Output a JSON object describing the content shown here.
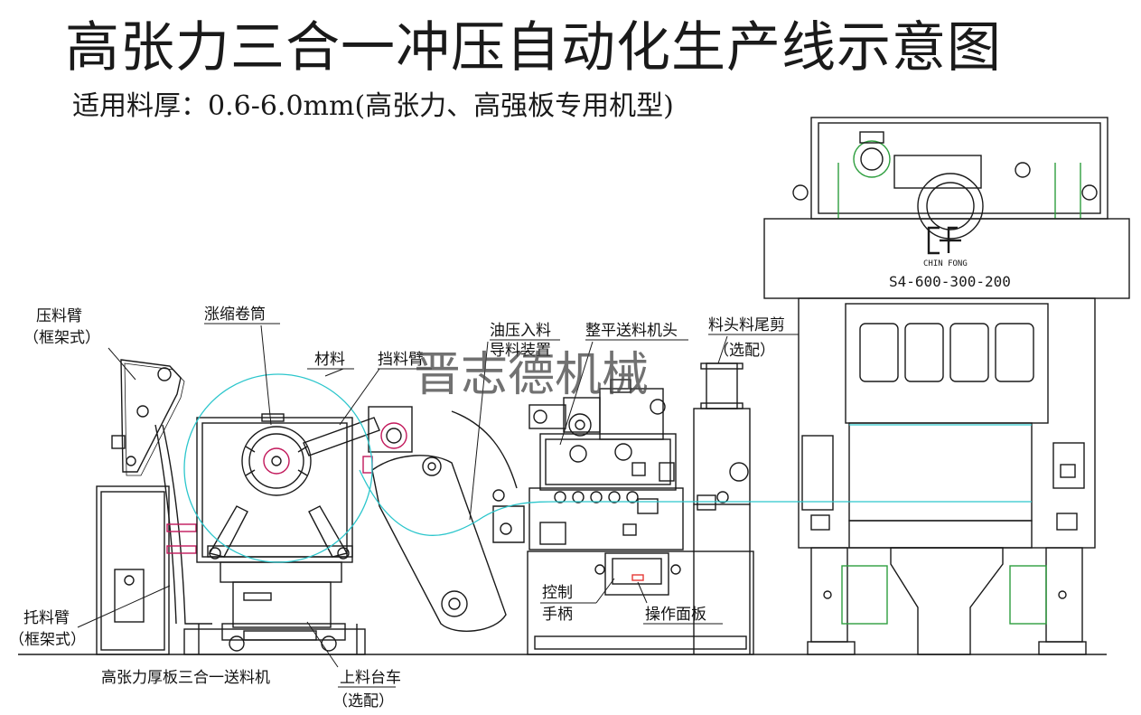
{
  "title": "高张力三合一冲压自动化生产线示意图",
  "subtitle": "适用料厚：0.6-6.0mm(高张力、高强板专用机型)",
  "watermark": "晋志德机械",
  "press": {
    "brand": "CHIN FONG",
    "model": "S4-600-300-200"
  },
  "labels": {
    "press_arm": "压料臂",
    "press_arm_type": "（框架式）",
    "expanding_reel": "涨缩卷筒",
    "material": "材料",
    "stopper_arm": "挡料臂",
    "oil_press_feed": "油压入料",
    "guide_device": "导料装置",
    "leveler_feeder_head": "整平送料机头",
    "tail_shear": "料头料尾剪",
    "tail_shear_optional": "（选配）",
    "control": "控制",
    "handle": "手柄",
    "operation_panel": "操作面板",
    "support_arm": "托料臂",
    "support_arm_type": "（框架式）",
    "machine_name": "高张力厚板三合一送料机",
    "loading_cart": "上料台车",
    "loading_cart_optional": "（选配）"
  },
  "colors": {
    "line": "#1a1a1a",
    "material_strip": "#2cc6cc",
    "accent_magenta": "#c2185b",
    "accent_green": "#2e9e3e",
    "accent_red": "#e53935"
  }
}
